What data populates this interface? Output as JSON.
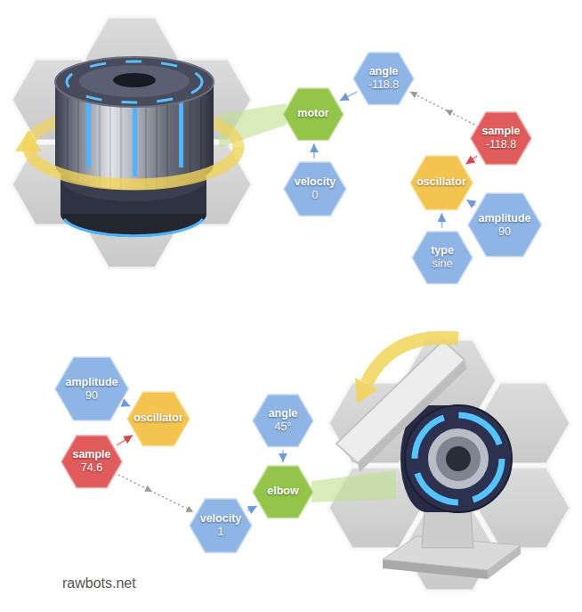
{
  "diagram": {
    "nodes": [
      {
        "text": [
          "motor"
        ]
      },
      {
        "text": [
          "angle",
          "-118.8"
        ]
      },
      {
        "text": [
          "velocity",
          "0"
        ]
      },
      {
        "text": [
          "sample",
          "-118.8"
        ]
      },
      {
        "text": [
          "oscillator"
        ]
      },
      {
        "text": [
          "amplitude",
          "90"
        ]
      },
      {
        "text": [
          "type",
          "sine"
        ]
      },
      {
        "text": [
          "amplitude",
          "90"
        ]
      },
      {
        "text": [
          "oscillator"
        ]
      },
      {
        "text": [
          "sample",
          "74.6"
        ]
      },
      {
        "text": [
          "angle",
          "45°"
        ]
      },
      {
        "text": [
          "elbow"
        ]
      },
      {
        "text": [
          "velocity",
          "1"
        ]
      }
    ],
    "edges": [
      {
        "from": 1,
        "to": 0,
        "arrow": "to"
      },
      {
        "from": 2,
        "to": 0,
        "arrow": "to"
      },
      {
        "from": 3,
        "to": 1,
        "arrow": "to"
      },
      {
        "from": 3,
        "to": 4,
        "arrow": "to"
      },
      {
        "from": 5,
        "to": 4,
        "arrow": "to"
      },
      {
        "from": 6,
        "to": 4,
        "arrow": "to"
      },
      {
        "from": 7,
        "to": 8,
        "arrow": "to"
      },
      {
        "from": 9,
        "to": 8,
        "arrow": "to"
      },
      {
        "from": 10,
        "to": 11,
        "arrow": "to"
      },
      {
        "from": 12,
        "to": 11,
        "arrow": "to"
      },
      {
        "from": 9,
        "to": 12,
        "arrow": "to"
      }
    ],
    "labels": [
      "rawbots.net"
    ]
  }
}
